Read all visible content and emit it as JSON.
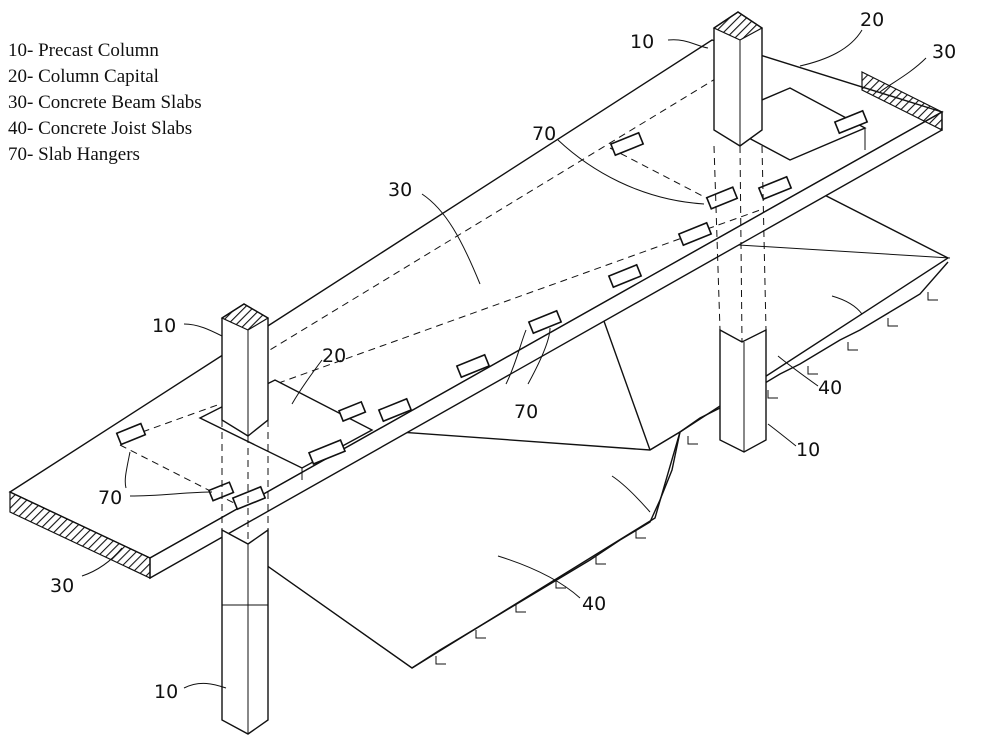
{
  "legend": [
    {
      "code": "10",
      "text": "10- Precast Column"
    },
    {
      "code": "20",
      "text": "20- Column Capital"
    },
    {
      "code": "30",
      "text": "30- Concrete Beam Slabs"
    },
    {
      "code": "40",
      "text": "40- Concrete Joist Slabs"
    },
    {
      "code": "70",
      "text": "70- Slab Hangers"
    }
  ],
  "callouts": {
    "column": "10",
    "capital": "20",
    "beam_slab": "30",
    "joist_slab": "40",
    "hanger": "70"
  }
}
